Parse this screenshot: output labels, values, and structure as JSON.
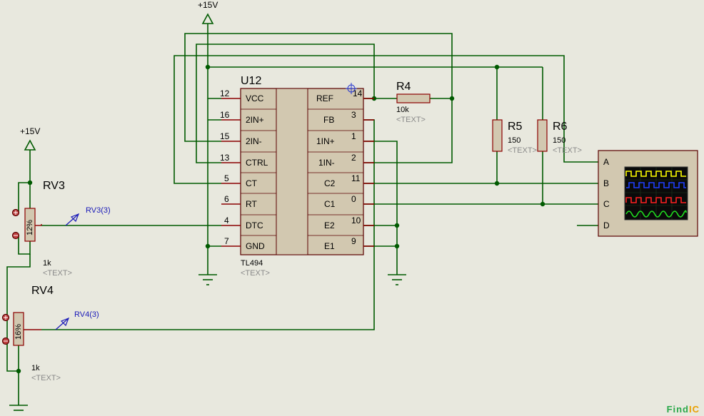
{
  "chip": {
    "ref": "U12",
    "part": "TL494",
    "text_placeholder": "<TEXT>",
    "left_pins": [
      {
        "num": "12",
        "name": "VCC"
      },
      {
        "num": "16",
        "name": "2IN+"
      },
      {
        "num": "15",
        "name": "2IN-"
      },
      {
        "num": "13",
        "name": "CTRL"
      },
      {
        "num": "5",
        "name": "CT"
      },
      {
        "num": "6",
        "name": "RT"
      },
      {
        "num": "4",
        "name": "DTC"
      },
      {
        "num": "7",
        "name": "GND"
      }
    ],
    "right_pins": [
      {
        "num": "14",
        "name": "REF"
      },
      {
        "num": "3",
        "name": "FB"
      },
      {
        "num": "1",
        "name": "1IN+"
      },
      {
        "num": "2",
        "name": "1IN-"
      },
      {
        "num": "11",
        "name": "C2"
      },
      {
        "num": "0",
        "name": "C1"
      },
      {
        "num": "10",
        "name": "E2"
      },
      {
        "num": "9",
        "name": "E1"
      }
    ]
  },
  "supply": {
    "top_label": "+15V",
    "left_label": "+15V"
  },
  "resistors": {
    "r4": {
      "ref": "R4",
      "value": "10k",
      "text": "<TEXT>"
    },
    "r5": {
      "ref": "R5",
      "value": "150",
      "text": "<TEXT>"
    },
    "r6": {
      "ref": "R6",
      "value": "150",
      "text": "<TEXT>"
    }
  },
  "pots": {
    "rv3": {
      "ref": "RV3",
      "value": "1k",
      "text": "<TEXT>",
      "wiper": "12%",
      "probe": "RV3(3)"
    },
    "rv4": {
      "ref": "RV4",
      "value": "1k",
      "text": "<TEXT>",
      "wiper": "16%",
      "probe": "RV4(3)"
    }
  },
  "scope": {
    "channels": [
      "A",
      "B",
      "C",
      "D"
    ],
    "trace_colors": [
      "#ffff00",
      "#2040ff",
      "#ff2020",
      "#20e020"
    ]
  },
  "colors": {
    "wire": "#005a00",
    "component": "#8b0000",
    "body_fill": "#d2c8b0",
    "background": "#e8e8de"
  },
  "watermark": {
    "a": "Find",
    "b": "IC"
  }
}
